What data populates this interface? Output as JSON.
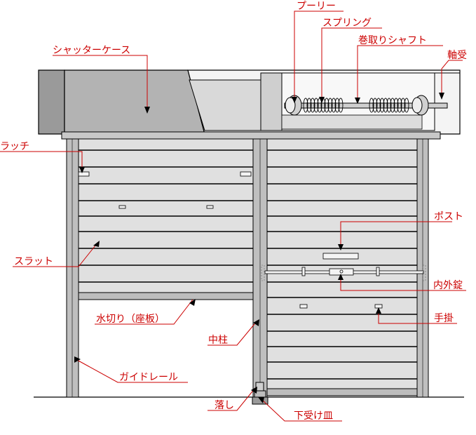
{
  "labels": {
    "pulley": "プーリー",
    "spring": "スプリング",
    "shaft": "巻取りシャフト",
    "shutter_case": "シャッターケース",
    "bearing": "軸受",
    "latch": "ラッチ",
    "slat": "スラット",
    "post": "ポスト",
    "inner_outer_lock": "内外錠",
    "bottom_bar": "水切り（座板）",
    "handle": "手掛",
    "center_post": "中柱",
    "guide_rail": "ガイドレール",
    "drop_bolt": "落し",
    "receiver_plate": "下受け皿"
  },
  "colors": {
    "label": "#cc0000",
    "line": "#000000",
    "case_fill": "#b3b3b3",
    "case_side": "#999999",
    "slat_fill": "#e0e0e0",
    "rail_fill": "#bfbfbf",
    "roll_fill": "#d9d9d9"
  }
}
